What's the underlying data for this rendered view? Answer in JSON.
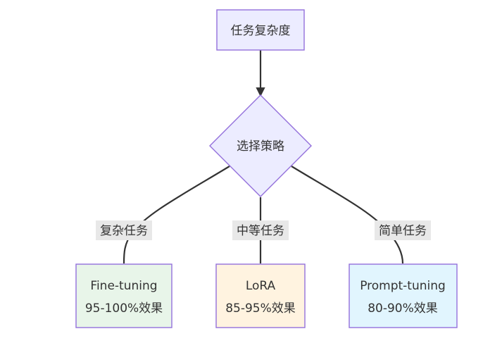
{
  "nodes": {
    "top": {
      "label": "任务复杂度",
      "fill": "#ececff",
      "stroke": "#9370db"
    },
    "decision": {
      "label": "选择策略",
      "fill": "#ececff",
      "stroke": "#9370db"
    },
    "finetune": {
      "line1": "Fine-tuning",
      "line2": "95-100%效果",
      "fill": "#e8f5e9",
      "stroke": "#9370db"
    },
    "lora": {
      "line1": "LoRA",
      "line2": "85-95%效果",
      "fill": "#fff3e0",
      "stroke": "#9370db"
    },
    "prompt": {
      "line1": "Prompt-tuning",
      "line2": "80-90%效果",
      "fill": "#e1f5fe",
      "stroke": "#9370db"
    }
  },
  "edges": {
    "complex": "复杂任务",
    "medium": "中等任务",
    "simple": "简单任务"
  },
  "colors": {
    "edge": "#333333",
    "edge_label_bg": "#e8e8e8"
  }
}
